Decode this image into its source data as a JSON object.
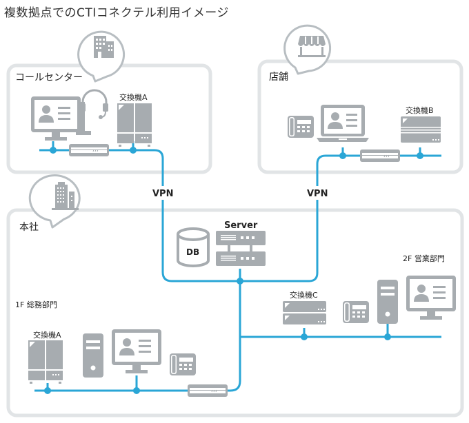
{
  "title": "複数拠点でのCTIコネクテル利用イメージ",
  "colors": {
    "line": "#2aa6d6",
    "device": "#a7acb0",
    "box_border": "#e1e4e6",
    "bubble": "#b8bec2",
    "text": "#222222"
  },
  "sites": {
    "call_center": {
      "label": "コールセンター",
      "icon": "office-building-icon",
      "pbx_label": "交換機A"
    },
    "store": {
      "label": "店舗",
      "icon": "storefront-icon",
      "pbx_label": "交換機B"
    },
    "headquarters": {
      "label": "本社",
      "icon": "skyscraper-icon",
      "server_label": "Server",
      "db_label": "DB",
      "floor1": {
        "label": "1F 総務部門",
        "pbx_label": "交換機A"
      },
      "floor2": {
        "label": "2F 営業部門",
        "pbx_label": "交換機C"
      }
    }
  },
  "links": {
    "vpn_left": "VPN",
    "vpn_right": "VPN"
  }
}
